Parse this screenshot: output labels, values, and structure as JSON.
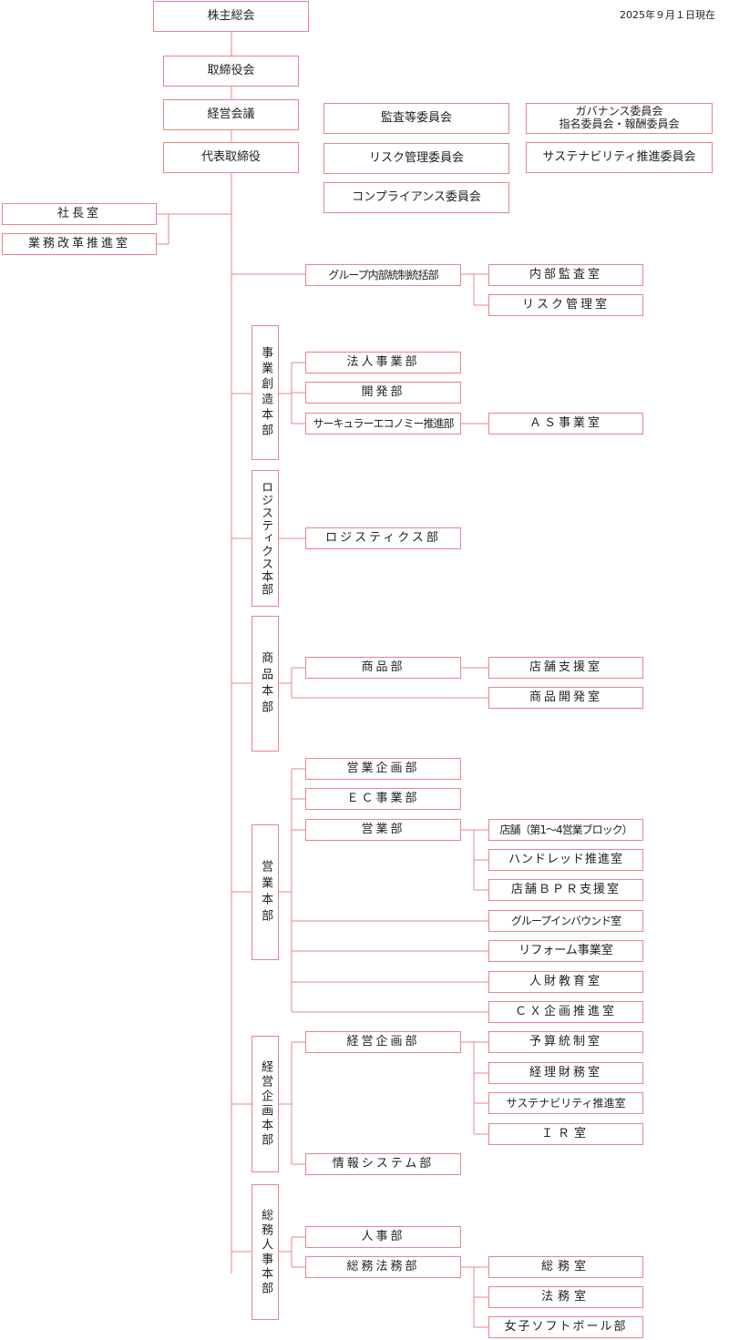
{
  "date": "2025年９月１日現在",
  "top": {
    "shareholders": "株主総会",
    "board": "取締役会",
    "management_meeting": "経営会議",
    "representative": "代表取締役"
  },
  "committees": {
    "audit": "監査等委員会",
    "risk": "リスク管理委員会",
    "compliance": "コンプライアンス委員会",
    "governance": "ガバナンス委員会\n指名委員会・報酬委員会",
    "sustainability": "サステナビリティ推進委員会"
  },
  "staff": {
    "president_office": "社長室",
    "reform_office": "業務改革推進室"
  },
  "group_internal_control": {
    "name": "グループ内部統制統括部",
    "internal_audit": "内部監査室",
    "risk_office": "リスク管理室"
  },
  "business_creation": {
    "name": "事業創造本部",
    "corporate": "法人事業部",
    "development": "開発部",
    "circular": "サーキュラーエコノミー推進部",
    "as_office": "ＡＳ事業室"
  },
  "logistics": {
    "name": "ロジスティクス本部",
    "dept": "ロジスティクス部"
  },
  "merchandise": {
    "name": "商品本部",
    "dept": "商品部",
    "store_support": "店舗支援室",
    "product_dev": "商品開発室"
  },
  "sales": {
    "name": "営業本部",
    "planning": "営業企画部",
    "ec": "ＥＣ事業部",
    "dept": "営業部",
    "stores": "店舗（第1～4営業ブロック）",
    "hundred": "ハンドレッド推進室",
    "store_bpr": "店舗ＢＰＲ支援室",
    "inbound": "グループインバウンド室",
    "reform": "リフォーム事業室",
    "hr_edu": "人財教育室",
    "cx": "ＣＸ企画推進室"
  },
  "corp_planning": {
    "name": "経営企画本部",
    "dept": "経営企画部",
    "budget": "予算統制室",
    "accounting": "経理財務室",
    "sustainability": "サステナビリティ推進室",
    "ir": "ＩＲ室",
    "info_sys": "情報システム部"
  },
  "admin_hr": {
    "name": "総務人事本部",
    "hr": "人事部",
    "general_legal": "総務法務部",
    "general": "総務室",
    "legal": "法務室",
    "softball": "女子ソフトボール部"
  }
}
